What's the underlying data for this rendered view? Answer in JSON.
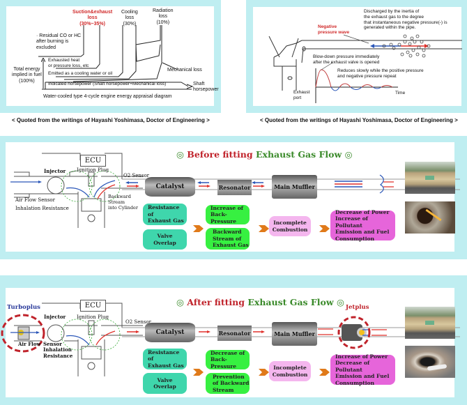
{
  "top_left": {
    "labels": {
      "suction_loss": "Suction&exhaust\nloss\n(30%~35%)",
      "cooling_loss": "Cooling\nloss\n(30%)",
      "radiation_loss": "Radiation\nloss\n(10%)",
      "residual": "· Residual CO or HC\nafter burning is\nexcluded",
      "exhausted_heat": "Exhausted heat\nor pressure loss, etc",
      "total_energy": "Total energy\nimplied in fuel\n(100%)",
      "emitted": "Emitted as a cooling water or oil",
      "mechanical_loss": "Mechanical loss",
      "indicated_hp": "Indicated horsepower (Shaft horsepower+Mechanical loss)",
      "shaft_hp": "Shaft\nhorsepower",
      "diagram_title": "Water-cooled type 4-cycle engine energy appraisal diagram"
    },
    "caption": "< Quoted from the writings of Hayashi Yoshimasa, Doctor of Engineering >"
  },
  "top_right": {
    "labels": {
      "discharged": "Discharged by the inertia of\nthe exhaust gas to the degree\nthat instantaneous negative pressure(-) is\ngenerated within the pipe.",
      "negative_wave": "Negative\npressure wave",
      "blowdown": "Blow-down pressure immediately\nafter the exhaust valve is opened",
      "reduces": "Reduces slowly while the positive pressure\nand negative pressure repeat",
      "exhaust_port": "Exhaust\nport",
      "time": "Time",
      "plus": "+"
    },
    "caption": "< Quoted from the writings of Hayashi Yoshimasa, Doctor of Engineering >"
  },
  "before": {
    "title_prefix": "◎ ",
    "title_red": "Before fitting",
    "title_green": " Exhaust Gas Flow",
    "title_suffix": " ◎",
    "ecu": "ECU",
    "injector": "Injector",
    "ignition_plug": "Ignition Plug",
    "o2_sensor": "O2 Sensor",
    "air_flow_sensor": "Air Flow Sensor",
    "inhalation_resistance": "Inhalation Resistance",
    "backward_stream": "Backward\nStream\ninto Cylinder",
    "catalyst": "Catalyst",
    "resonator": "Resonator",
    "main_muffler": "Main Muffler",
    "boxes": {
      "resistance": "Resistance of\nExhaust Gas",
      "valve_overlap": "Valve\nOverlap",
      "back_pressure": "Increase of\nBack-Pressure",
      "backward": "Backward\nStream of\nExhaust Gas",
      "incomplete": "Incomplete\nCombustion",
      "result": "Decrease of Power\nIncrease of Pollutant\nEmission and Fuel\nConsumption"
    }
  },
  "after": {
    "title_prefix": "◎ ",
    "title_red": "After fitting",
    "title_green": "  Exhaust Gas Flow",
    "title_suffix": " ◎",
    "turboplus": "Turboplus",
    "jetplus": "Jetplus",
    "ecu": "ECU",
    "injector": "Injector",
    "ignition_plug": "Ignition Plug",
    "o2_sensor": "O2 Sensor",
    "air_flow": "Air Flow",
    "sensor_inhalation": "Sensor\nInhalation\nResistance",
    "catalyst": "Catalyst",
    "resonator": "Resonator",
    "main_muffler": "Main Muffler",
    "boxes": {
      "resistance": "Resistance of\nExhaust Gas",
      "valve_overlap": "Valve\nOverlap",
      "back_pressure": "Decrease of\nBack-Pressure",
      "prevention": "Prevention\nof Backward\nStream",
      "incomplete": "Incomplete\nCombustion",
      "result": "Increase of Power\nDecrease of Pollutant\nEmission and Fuel\nConsumption"
    }
  },
  "colors": {
    "panel_border": "#bfeef1",
    "teal_box": "#3fd6ac",
    "green_box": "#37f041",
    "pink_box": "#f4b6ee",
    "magenta_box": "#e665da",
    "chevron": "#e07a1a",
    "title_red": "#c0232b",
    "title_green": "#3a8a2a",
    "flow_red": "#e0302a",
    "flow_blue": "#2a56b8"
  }
}
